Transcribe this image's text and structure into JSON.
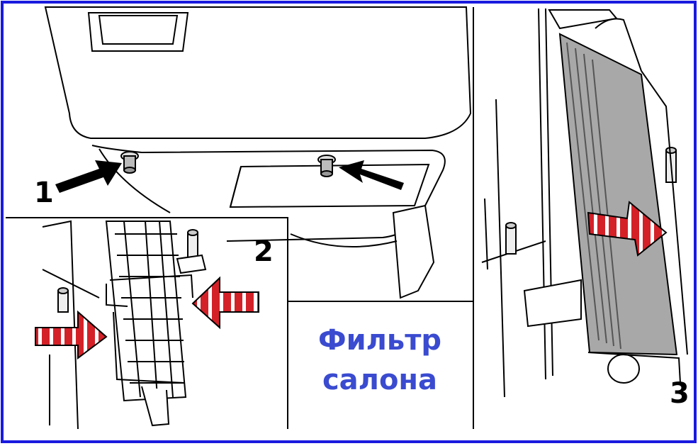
{
  "steps": [
    {
      "number": "1"
    },
    {
      "number": "2"
    },
    {
      "number": "3"
    }
  ],
  "caption": {
    "line1": "Фильтр",
    "line2": "салона"
  },
  "colors": {
    "frame": "#1a1adf",
    "caption": "#3a4bd0",
    "arrow_red": "#d42128",
    "filter_gray": "#a8a8a8"
  }
}
